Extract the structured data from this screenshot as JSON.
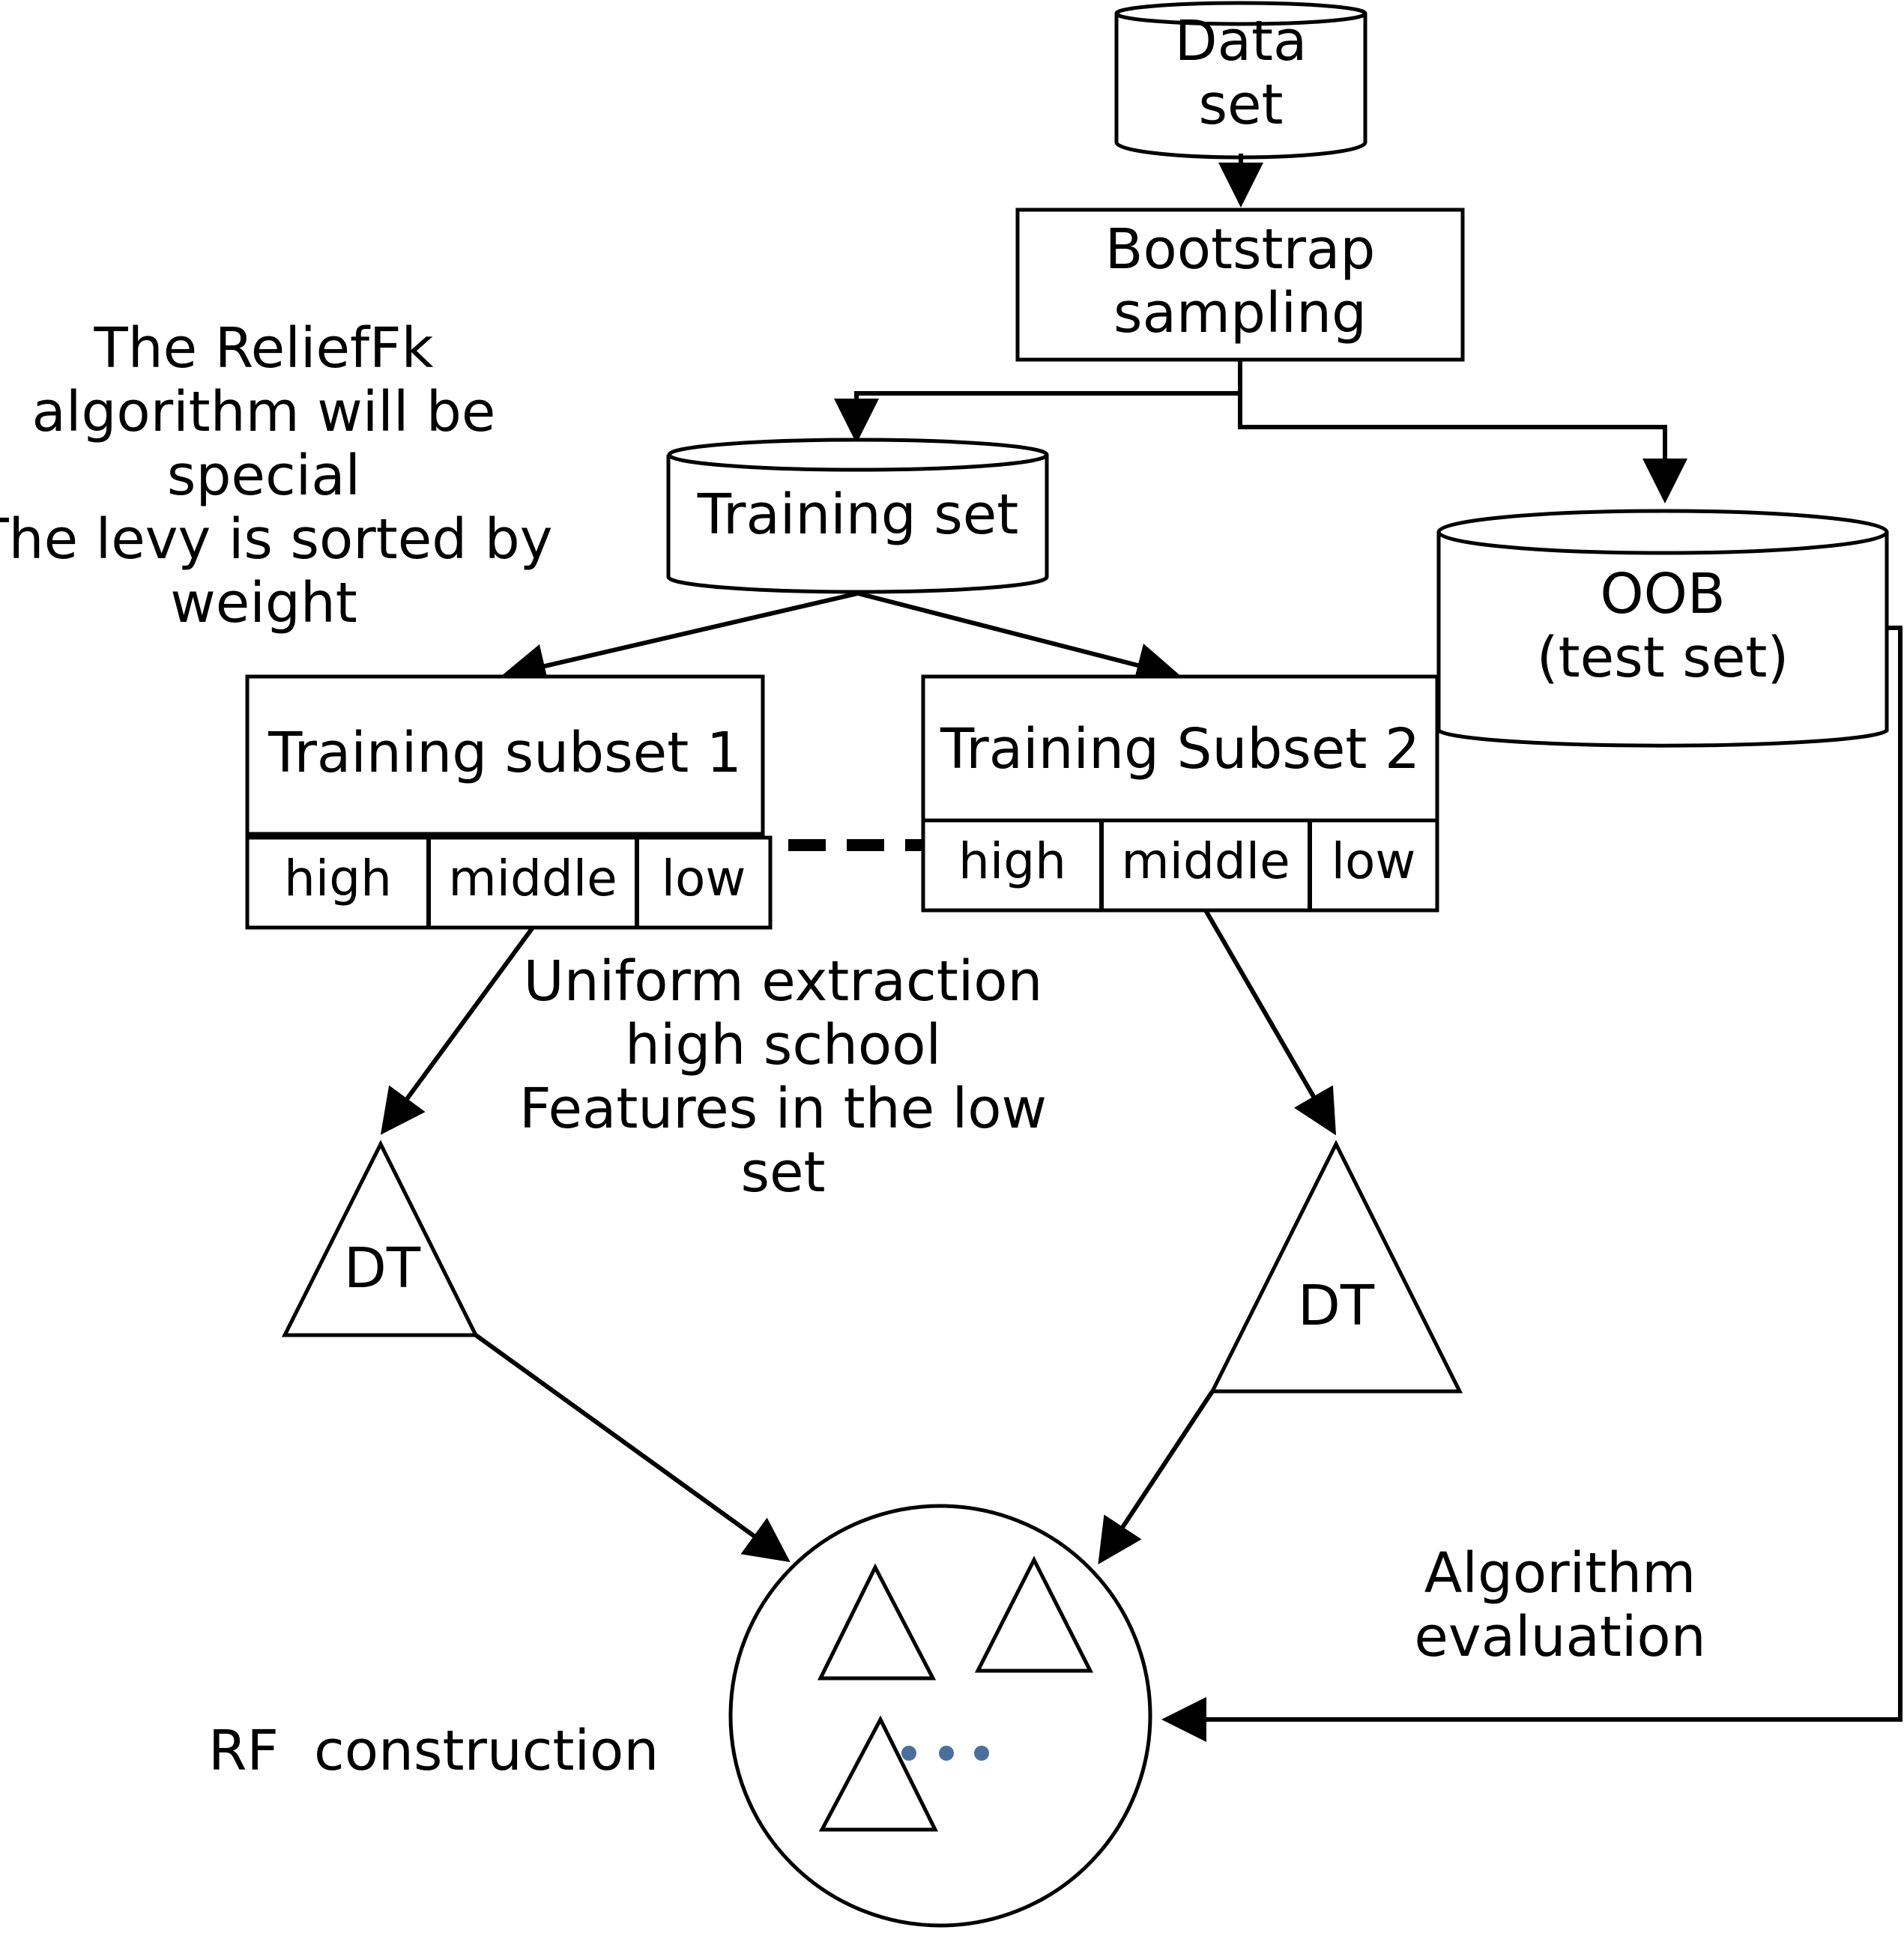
{
  "diagram": {
    "dataset": {
      "line1": "Data",
      "line2": "set"
    },
    "bootstrap": {
      "line1": "Bootstrap",
      "line2": "sampling"
    },
    "training_set": {
      "label": "Training set"
    },
    "oob": {
      "line1": "OOB",
      "line2": "(test set)"
    },
    "relieff_note": {
      "line1": "The ReliefFk",
      "line2": "algorithm will be",
      "line3": "special",
      "line4": "The levy is sorted by",
      "line5": "weight"
    },
    "subset1": {
      "title": "Training subset 1",
      "high": "high",
      "middle": "middle",
      "low": "low"
    },
    "subset2": {
      "title": "Training Subset 2",
      "high": "high",
      "middle": "middle",
      "low": "low"
    },
    "uniform_note": {
      "line1": "Uniform extraction",
      "line2": "high school",
      "line3": "Features in the low",
      "line4": "set"
    },
    "dt_left": "DT",
    "dt_right": "DT",
    "algorithm_evaluation": {
      "line1": "Algorithm",
      "line2": "evaluation"
    },
    "rf_construction": "RF  construction",
    "colors": {
      "stroke": "#000000",
      "dots": "#4a6f9b",
      "background": "#ffffff"
    }
  }
}
